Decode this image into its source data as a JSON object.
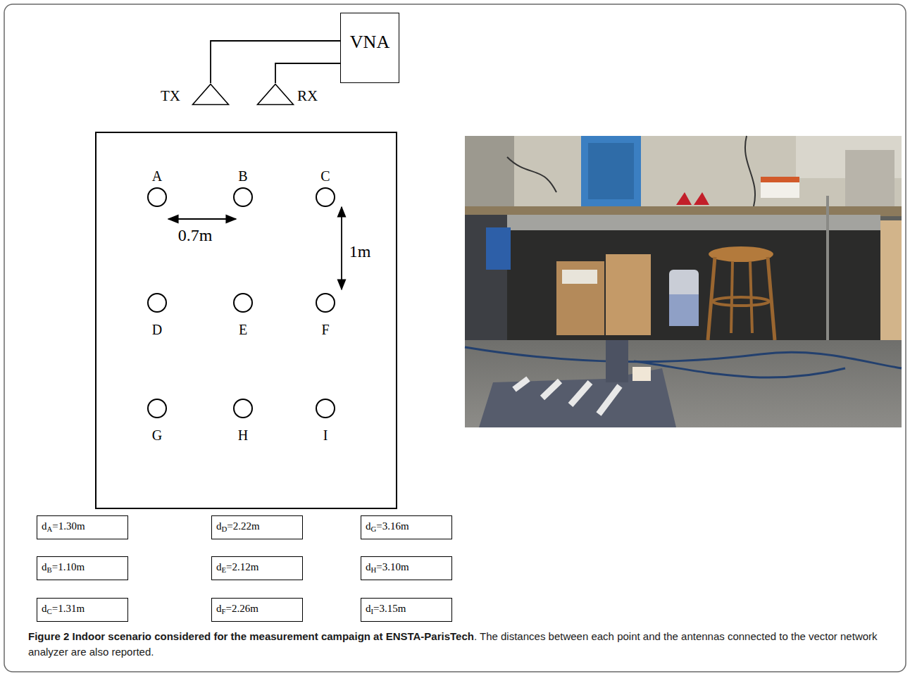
{
  "diagram": {
    "caption": "Figure 2 Indoor scenario considered for the measurement campaign at ENSTA-ParisTech. The distances between each point and the antennas connected to the vector network analyzer are also reported.",
    "nodes": [
      {
        "text": [
          "VNA"
        ]
      },
      {
        "text": [
          "TX"
        ]
      },
      {
        "text": [
          "RX"
        ]
      },
      {
        "text": [
          "A"
        ]
      },
      {
        "text": [
          "B"
        ]
      },
      {
        "text": [
          "C"
        ]
      },
      {
        "text": [
          "D"
        ]
      },
      {
        "text": [
          "E"
        ]
      },
      {
        "text": [
          "F"
        ]
      },
      {
        "text": [
          "G"
        ]
      },
      {
        "text": [
          "H"
        ]
      },
      {
        "text": [
          "I"
        ]
      },
      {
        "text": [
          "dA=1.30m"
        ]
      },
      {
        "text": [
          "dD=2.22m"
        ]
      },
      {
        "text": [
          "dG=3.16m"
        ]
      },
      {
        "text": [
          "dB=1.10m"
        ]
      },
      {
        "text": [
          "dE=2.12m"
        ]
      },
      {
        "text": [
          "dH=3.10m"
        ]
      },
      {
        "text": [
          "dC=1.31m"
        ]
      },
      {
        "text": [
          "dF=2.26m"
        ]
      },
      {
        "text": [
          "dI=3.15m"
        ]
      }
    ],
    "edges": [
      {
        "from": 1,
        "to": 0,
        "arrow": "none"
      },
      {
        "from": 2,
        "to": 0,
        "arrow": "none"
      }
    ],
    "labels": [
      "0.7m",
      "1m"
    ]
  }
}
